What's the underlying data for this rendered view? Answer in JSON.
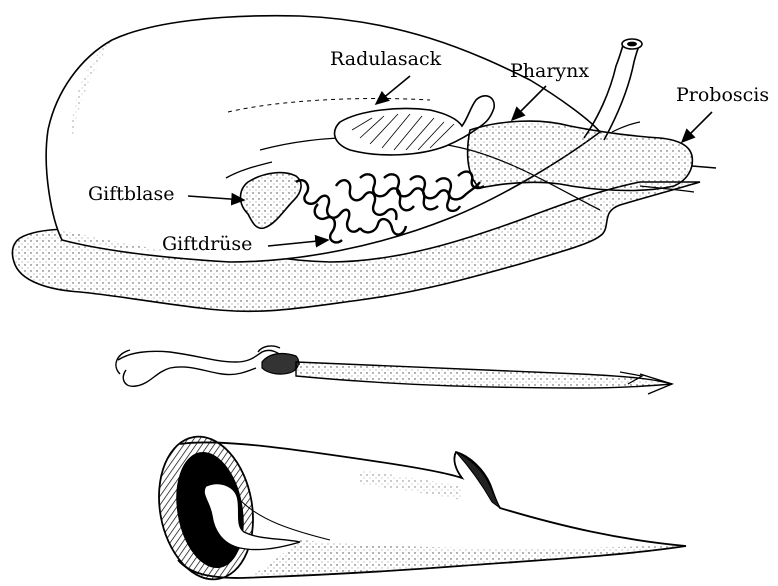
{
  "labels": {
    "radulasack": "Radulasack",
    "pharynx": "Pharynx",
    "proboscis": "Proboscis",
    "giftblase": "Giftblase",
    "giftdruese": "Giftdrüse"
  },
  "colors": {
    "ink": "#000000",
    "stipple": "#555555",
    "background": "#ffffff"
  }
}
